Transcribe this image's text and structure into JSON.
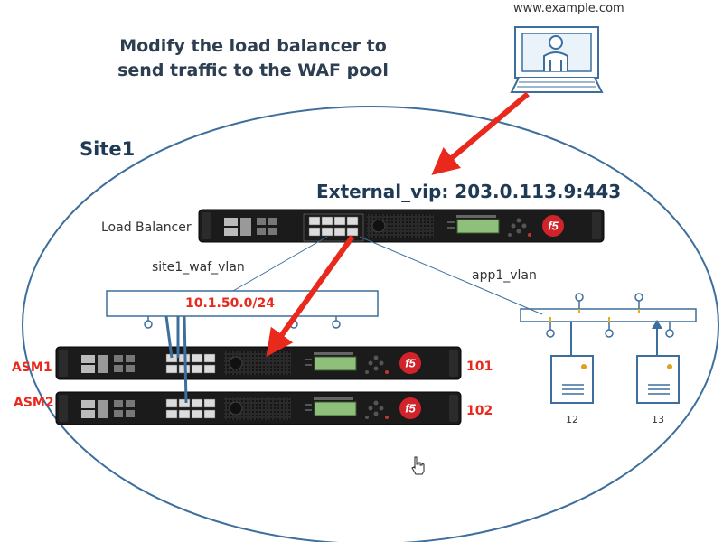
{
  "title_lines": [
    "Modify the load balancer to",
    "send traffic to the WAF pool"
  ],
  "client": {
    "label": "www.example.com",
    "icon": "user-at-computer-icon"
  },
  "site": {
    "label": "Site1"
  },
  "load_balancer": {
    "label": "Load Balancer",
    "vip_label": "External_vip: 203.0.113.9:443"
  },
  "vlans": {
    "waf": {
      "label": "site1_waf_vlan",
      "subnet": "10.1.50.0/24"
    },
    "app": {
      "label": "app1_vlan"
    }
  },
  "asm_devices": [
    {
      "name": "ASM1",
      "id": "101"
    },
    {
      "name": "ASM2",
      "id": "102"
    }
  ],
  "servers": [
    {
      "label": "12"
    },
    {
      "label": "13"
    }
  ],
  "colors": {
    "frame_blue": "#3d6e9c",
    "arrow_red": "#e8291c",
    "device_body": "#1b1b1b",
    "f5_red": "#d0232a",
    "screen_green": "#8ec07c"
  }
}
